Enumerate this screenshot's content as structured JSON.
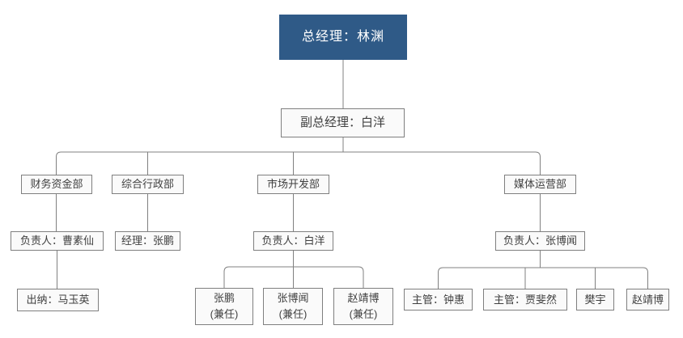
{
  "colors": {
    "root_fill": "#2F5A87",
    "root_text": "#FFFFFF",
    "box_fill": "#FAFAFA",
    "box_border": "#7F7F7F",
    "connector_line": "#808080",
    "box_text": "#3F3F3F"
  },
  "nodes": {
    "general_manager": {
      "label": "总经理：林渊"
    },
    "deputy_general_manager": {
      "label": "副总经理：白洋"
    },
    "dept_finance": {
      "label": "财务资金部"
    },
    "dept_admin": {
      "label": "综合行政部"
    },
    "dept_market": {
      "label": "市场开发部"
    },
    "dept_media": {
      "label": "媒体运营部"
    },
    "finance_lead": {
      "label": "负责人：曹素仙"
    },
    "admin_lead": {
      "label": "经理：张鹏"
    },
    "market_lead": {
      "label": "负责人：白洋"
    },
    "media_lead": {
      "label": "负责人：张博闻"
    },
    "finance_cashier": {
      "label": "出纳：马玉英"
    },
    "market_member_1": {
      "label": "张鹏\n(兼任)"
    },
    "market_member_2": {
      "label": "张博闻\n(兼任)"
    },
    "market_member_3": {
      "label": "赵靖博\n(兼任)"
    },
    "media_member_1": {
      "label": "主管：钟惠"
    },
    "media_member_2": {
      "label": "主管：贾斐然"
    },
    "media_member_3": {
      "label": "樊宇"
    },
    "media_member_4": {
      "label": "赵靖博"
    }
  },
  "structure": {
    "general_manager": [
      "deputy_general_manager"
    ],
    "deputy_general_manager": [
      "dept_finance",
      "dept_admin",
      "dept_market",
      "dept_media"
    ],
    "dept_finance": [
      "finance_lead"
    ],
    "dept_admin": [
      "admin_lead"
    ],
    "dept_market": [
      "market_lead"
    ],
    "dept_media": [
      "media_lead"
    ],
    "finance_lead": [
      "finance_cashier"
    ],
    "market_lead": [
      "market_member_1",
      "market_member_2",
      "market_member_3"
    ],
    "media_lead": [
      "media_member_1",
      "media_member_2",
      "media_member_3",
      "media_member_4"
    ]
  }
}
